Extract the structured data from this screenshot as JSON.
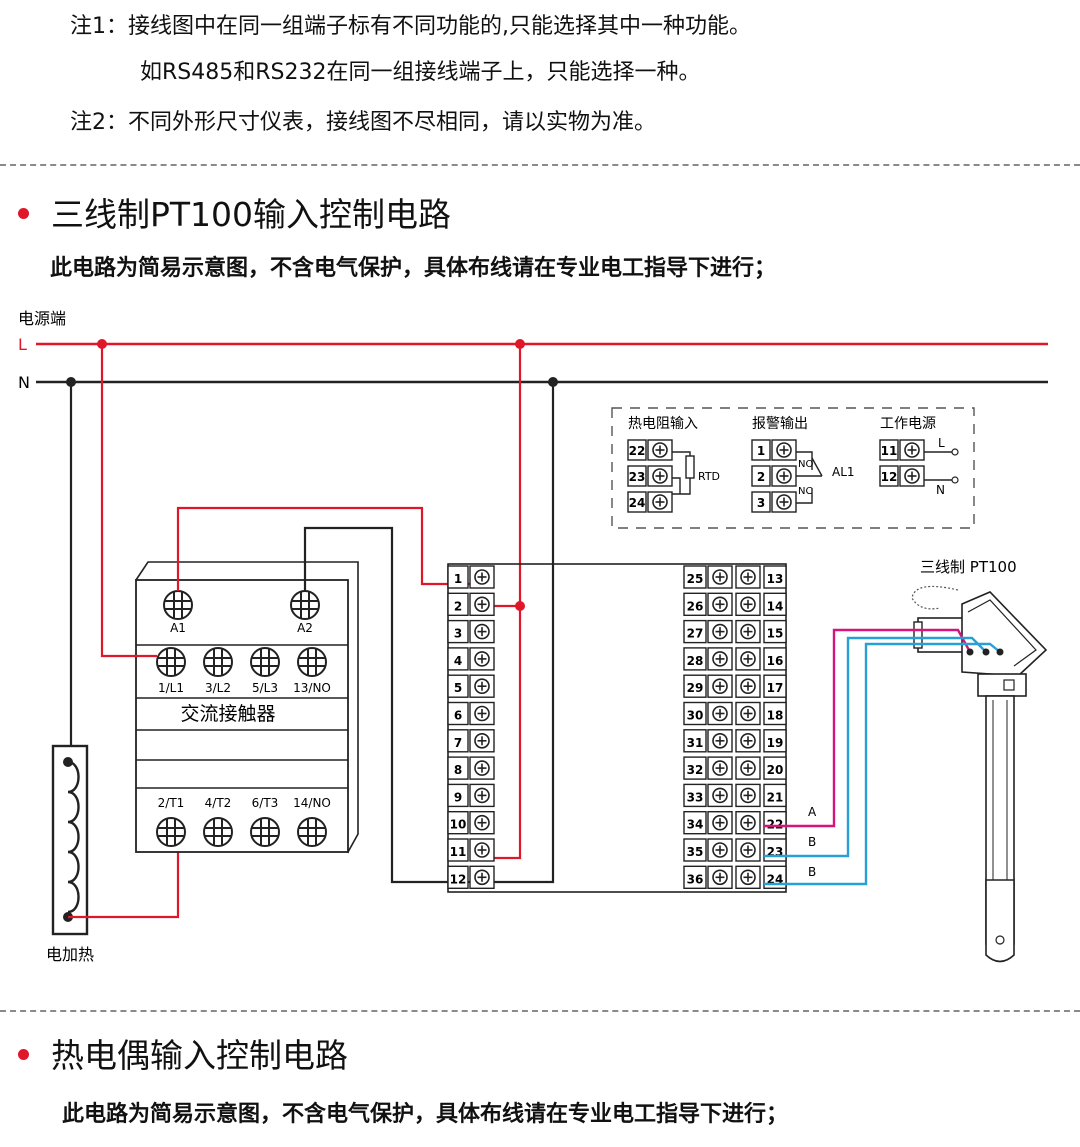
{
  "notes": [
    "注1：接线图中在同一组端子标有不同功能的,只能选择其中一种功能。",
    "如RS485和RS232在同一组接线端子上，只能选择一种。",
    "注2：不同外形尺寸仪表，接线图不尽相同，请以实物为准。"
  ],
  "section1": {
    "title": "三线制PT100输入控制电路",
    "subtitle": "此电路为简易示意图，不含电气保护，具体布线请在专业电工指导下进行；"
  },
  "section2": {
    "title": "热电偶输入控制电路",
    "subtitle": "此电路为简易示意图，不含电气保护，具体布线请在专业电工指导下进行；"
  },
  "diagram": {
    "power_label": "电源端",
    "L": "L",
    "N": "N",
    "contactor": {
      "coil": [
        "A1",
        "A2"
      ],
      "top": [
        "1/L1",
        "3/L2",
        "5/L3",
        "13/NO"
      ],
      "name": "交流接触器",
      "bottom": [
        "2/T1",
        "4/T2",
        "6/T3",
        "14/NO"
      ]
    },
    "heater_label": "电加热",
    "terminals_left": [
      "1",
      "2",
      "3",
      "4",
      "5",
      "6",
      "7",
      "8",
      "9",
      "10",
      "11",
      "12"
    ],
    "terminals_mid": [
      "25",
      "26",
      "27",
      "28",
      "29",
      "30",
      "31",
      "32",
      "33",
      "34",
      "35",
      "36"
    ],
    "terminals_right": [
      "13",
      "14",
      "15",
      "16",
      "17",
      "18",
      "19",
      "20",
      "21",
      "22",
      "23",
      "24"
    ],
    "legend": {
      "rtd": {
        "title": "热电阻输入",
        "terminals": [
          "22",
          "23",
          "24"
        ],
        "label": "RTD"
      },
      "alarm": {
        "title": "报警输出",
        "terminals": [
          "1",
          "2",
          "3"
        ],
        "no": "NO",
        "nc": "NC",
        "label": "AL1"
      },
      "power": {
        "title": "工作电源",
        "terminals": [
          "11",
          "12"
        ],
        "l": "L",
        "n": "N"
      }
    },
    "sensor_label": "三线制  PT100",
    "wire_labels": [
      "A",
      "B",
      "B"
    ],
    "colors": {
      "red": "#e0172b",
      "black": "#222222",
      "pink": "#d5157a",
      "blue": "#2a9fd6"
    }
  }
}
